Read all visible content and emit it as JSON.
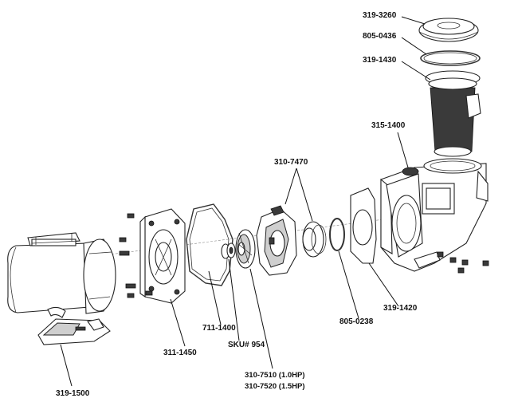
{
  "parts": {
    "lid": "319-3260",
    "lid_oring": "805-0436",
    "basket": "319-1430",
    "pump_body": "315-1400",
    "diffuser": "310-7470",
    "seal_plate": "311-1450",
    "housing_gasket": "711-1400",
    "shaft_seal": "SKU# 954",
    "impeller_1hp": "310-7510 (1.0HP)",
    "impeller_15hp": "310-7520 (1.5HP)",
    "diffuser_oring": "805-0238",
    "body_gasket": "319-1420",
    "motor_support": "319-1500"
  }
}
